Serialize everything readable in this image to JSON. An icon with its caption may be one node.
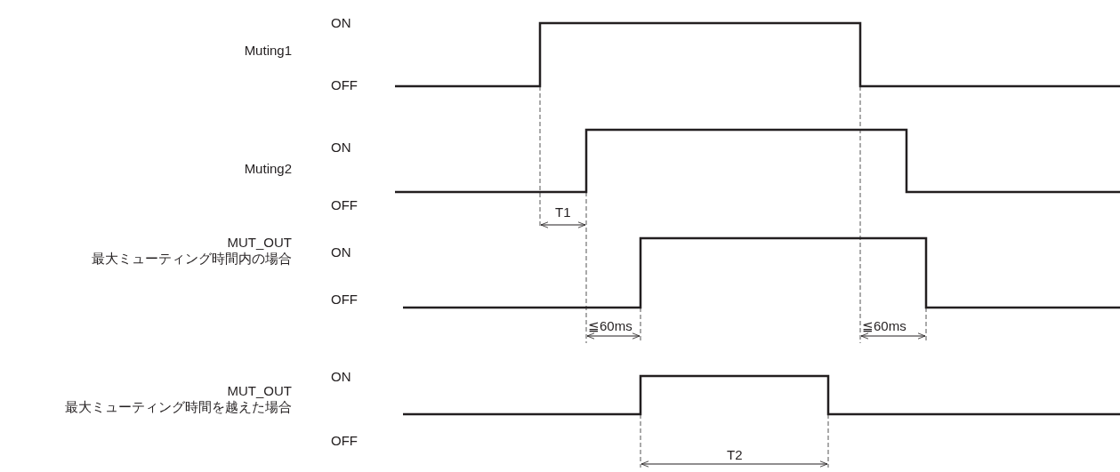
{
  "diagram": {
    "labels": [
      "ON",
      "Muting1",
      "OFF",
      "ON",
      "Muting2",
      "OFF",
      "T1",
      "MUT_OUT",
      "ON",
      "最大ミューティング時間内の場合",
      "OFF",
      "≦60ms",
      "≦60ms",
      "ON",
      "MUT_OUT",
      "最大ミューティング時間を越えた場合",
      "OFF",
      "T2"
    ]
  }
}
